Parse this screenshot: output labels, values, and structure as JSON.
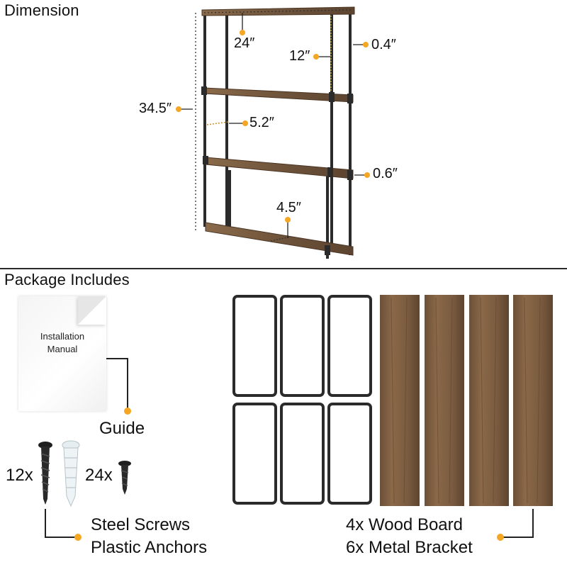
{
  "colors": {
    "accent": "#F5A623",
    "wood": "#7a5c40",
    "wood_dark": "#5e4530",
    "metal": "#2b2b2b"
  },
  "dimension_section": {
    "title": "Dimension",
    "labels": {
      "width": "24″",
      "depth_top": "12″",
      "tube": "0.4″",
      "height": "34.5″",
      "shelf_spacing": "5.2″",
      "board_thickness": "0.6″",
      "board_depth": "4.5″"
    }
  },
  "package_section": {
    "title": "Package Includes",
    "manual": {
      "line1": "Installation",
      "line2": "Manual"
    },
    "guide_label": "Guide",
    "screws_count": "12x",
    "anchors_count": "24x",
    "hardware_label_line1": "Steel Screws",
    "hardware_label_line2": "Plastic Anchors",
    "boards_label": "4x Wood Board",
    "brackets_label": "6x Metal Bracket"
  }
}
